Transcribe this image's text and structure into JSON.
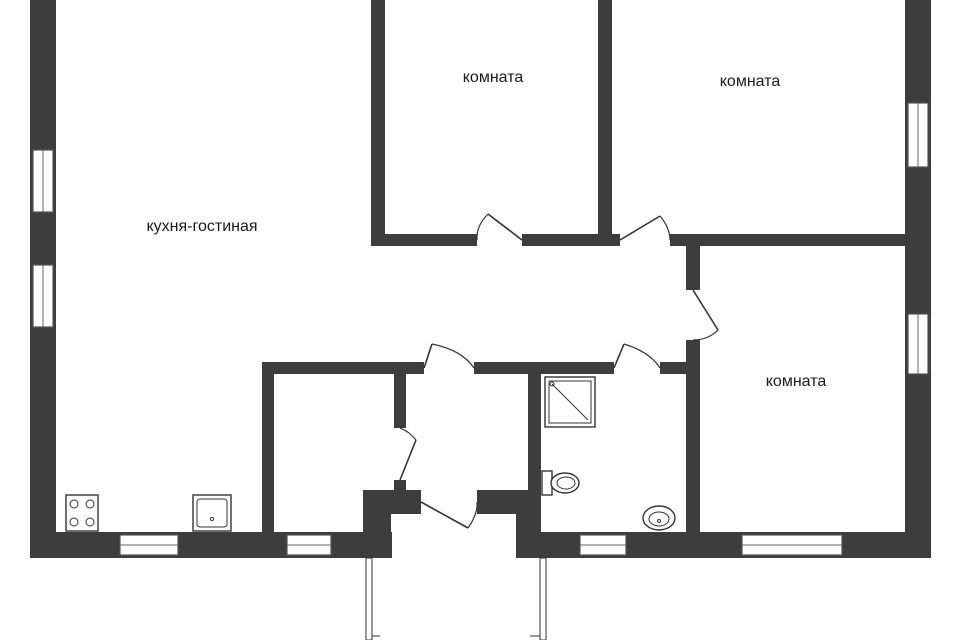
{
  "rooms": {
    "kitchen_living": "кухня-гостиная",
    "room_top_middle": "комната",
    "room_top_right": "комната",
    "room_right": "комната"
  },
  "colors": {
    "wall": "#3d3d3d",
    "background": "#ffffff"
  }
}
